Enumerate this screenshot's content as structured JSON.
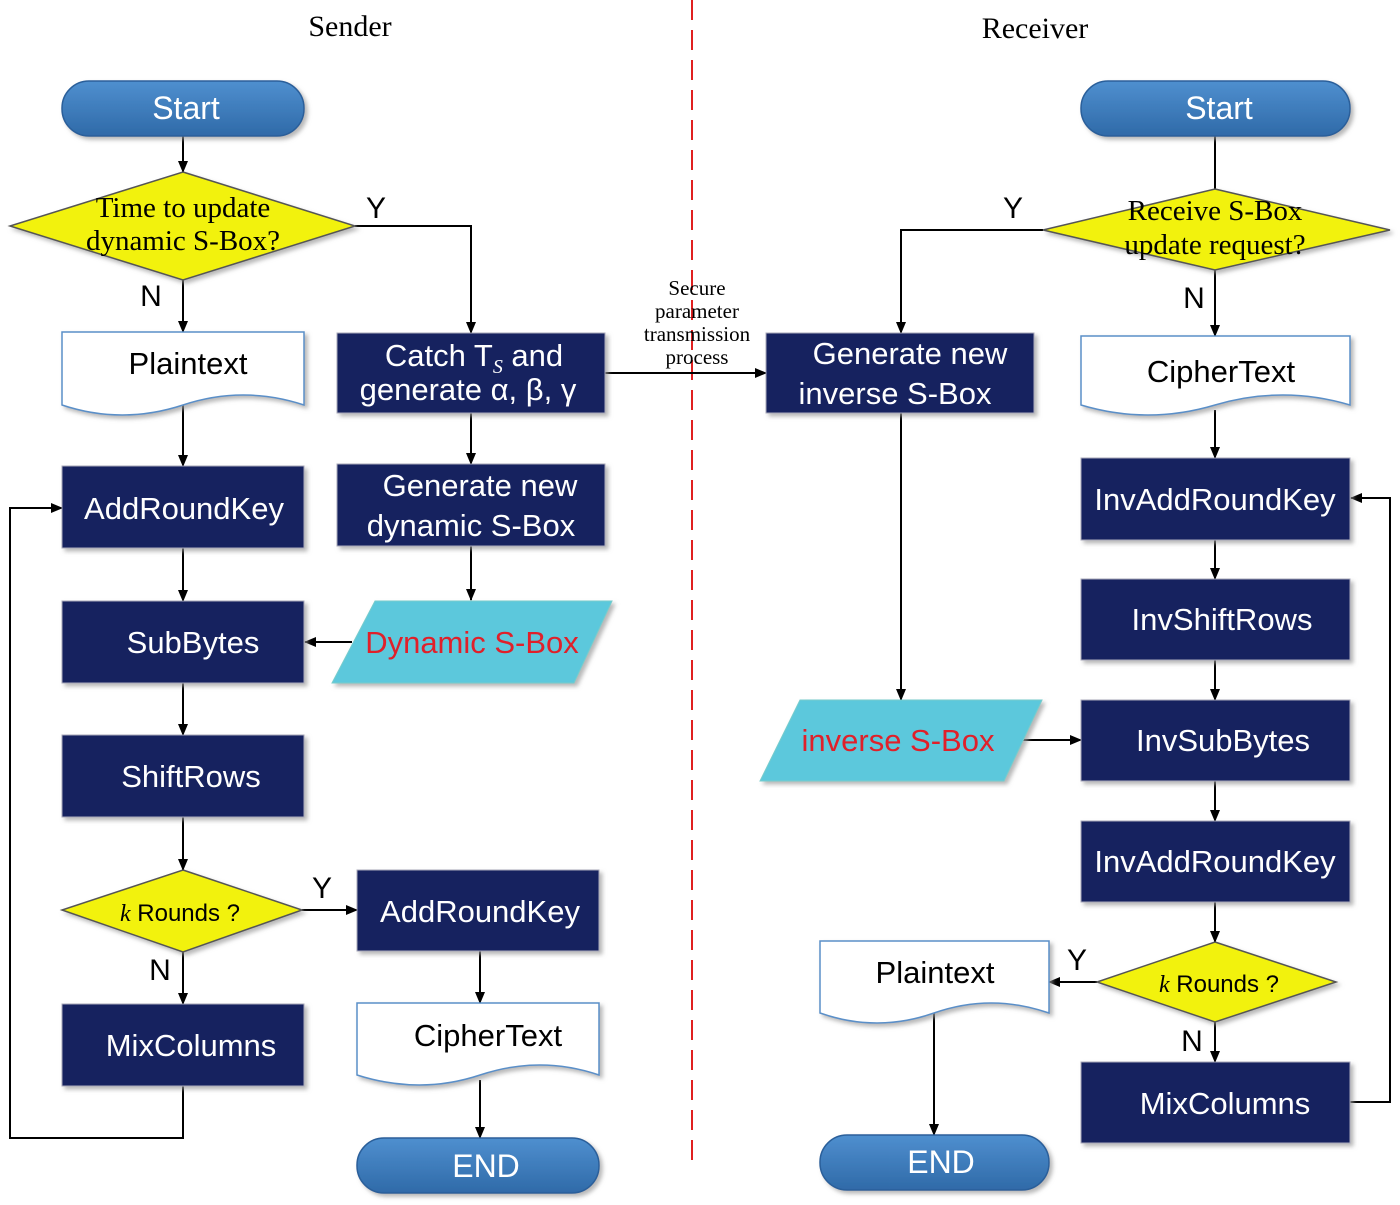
{
  "headers": {
    "sender": "Sender",
    "receiver": "Receiver"
  },
  "sender": {
    "start": "Start",
    "decision_update_1": "Time to update",
    "decision_update_2": "dynamic S-Box?",
    "yes_label": "Y",
    "no_label": "N",
    "plaintext": "Plaintext",
    "catch_1": "Catch T",
    "catch_sub": "S",
    "catch_1b": " and",
    "catch_2": "generate α, β, γ",
    "generate_1": "Generate new",
    "generate_2": "dynamic S-Box",
    "dynamic_sbox": "Dynamic S-Box",
    "addroundkey": "AddRoundKey",
    "subbytes": "SubBytes",
    "shiftrows": "ShiftRows",
    "rounds_k": "k",
    "rounds_text": "Rounds ?",
    "rounds_yes": "Y",
    "rounds_no": "N",
    "mixcolumns": "MixColumns",
    "final_addroundkey": "AddRoundKey",
    "ciphertext": "CipherText",
    "end": "END"
  },
  "channel": {
    "line1": "Secure",
    "line2": "parameter",
    "line3": "transmission",
    "line4": "process"
  },
  "receiver": {
    "start": "Start",
    "decision_1": "Receive S-Box",
    "decision_2": "update request?",
    "yes_label": "Y",
    "no_label": "N",
    "generate_1": "Generate new",
    "generate_2": "inverse S-Box",
    "ciphertext": "CipherText",
    "invaddroundkey_1": "InvAddRoundKey",
    "invshiftrows": "InvShiftRows",
    "inverse_sbox": "inverse S-Box",
    "invsubbytes": "InvSubBytes",
    "invaddroundkey_2": "InvAddRoundKey",
    "plaintext": "Plaintext",
    "rounds_k": "k",
    "rounds_text": "Rounds ?",
    "rounds_yes": "Y",
    "rounds_no": "N",
    "mixcolumns": "MixColumns",
    "end": "END"
  },
  "colors": {
    "process": "#15205e",
    "terminal": "#3f7fbf",
    "decision": "#f2f20a",
    "io": "#5bc8dc",
    "io_text": "#e0202a",
    "divider": "#e02020"
  }
}
